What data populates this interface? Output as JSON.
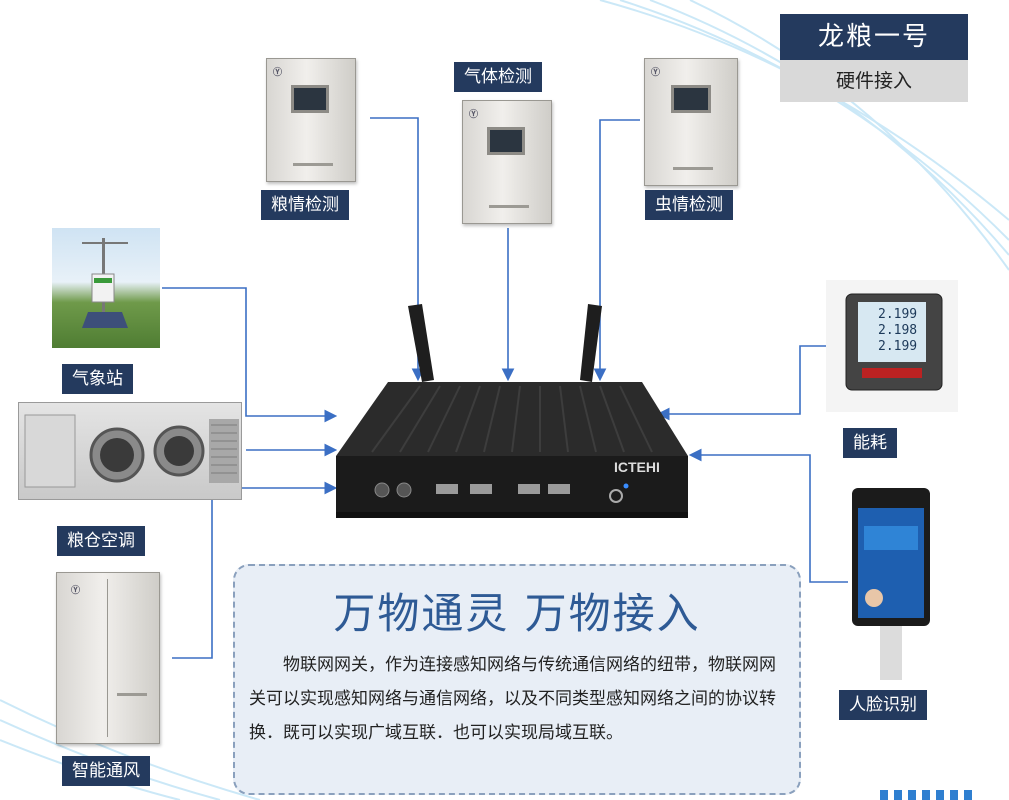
{
  "title": {
    "main": "龙粮一号",
    "sub": "硬件接入"
  },
  "devices": {
    "grain": "粮情检测",
    "gas": "气体检测",
    "insect": "虫情检测",
    "weather": "气象站",
    "aircon": "粮仓空调",
    "ventilation": "智能通风",
    "energy": "能耗",
    "face": "人脸识别"
  },
  "gateway": {
    "brand": "ICTEHI"
  },
  "panel": {
    "headline": "万物通灵 万物接入",
    "body": "　　物联网网关，作为连接感知网络与传统通信网络的纽带，物联网网关可以实现感知网络与通信网络，以及不同类型感知网络之间的协议转换．既可以实现广域互联．也可以实现局域互联。"
  },
  "colors": {
    "label_bg": "#243a5e",
    "headline": "#2e5a95",
    "connector": "#3b6fc4",
    "panel_bg": "#e8eef6"
  }
}
